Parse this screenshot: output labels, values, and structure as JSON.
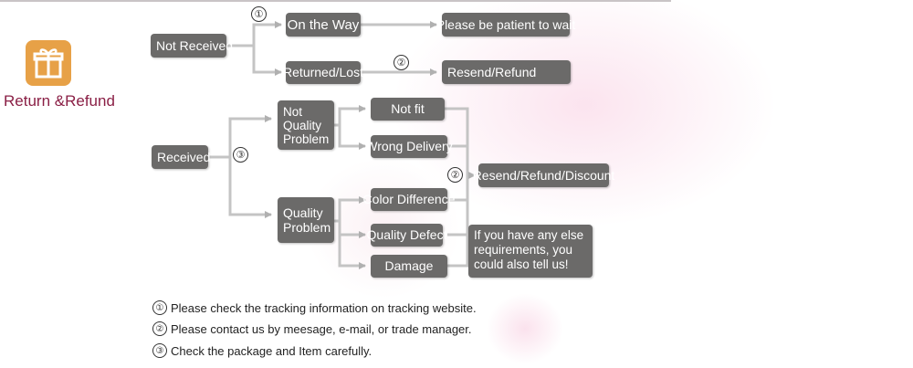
{
  "colors": {
    "box": "#6b6a69",
    "brand": "#8a1f45",
    "gift": "#e7a147",
    "line": "#c4c4c4"
  },
  "brand": {
    "icon": "gift-icon",
    "label": "Return &Refund"
  },
  "nodes": {
    "not_received": "Not Received",
    "on_the_way": "On the Way",
    "wait": "Please be patient to wait",
    "returned_lost": "Returned/Lost",
    "resend_refund": "Resend/Refund",
    "received": "Received",
    "not_quality": "Not Quality Problem",
    "quality": "Quality Problem",
    "not_fit": "Not fit",
    "wrong_delivery": "Wrong Delivery",
    "color_difference": "Color Difference",
    "quality_defect": "Quality Defect",
    "damage": "Damage",
    "resend_refund_discount": "Resend/Refund/Discount",
    "else_requirements": "If you have any else requirements, you could also tell us!"
  },
  "markers": {
    "one": "①",
    "two": "②",
    "three": "③"
  },
  "notes": [
    {
      "marker": "①",
      "text": "Please check the tracking information on tracking website."
    },
    {
      "marker": "②",
      "text": "Please contact us by meesage, e-mail, or trade manager."
    },
    {
      "marker": "③",
      "text": "Check the package and Item carefully."
    }
  ]
}
